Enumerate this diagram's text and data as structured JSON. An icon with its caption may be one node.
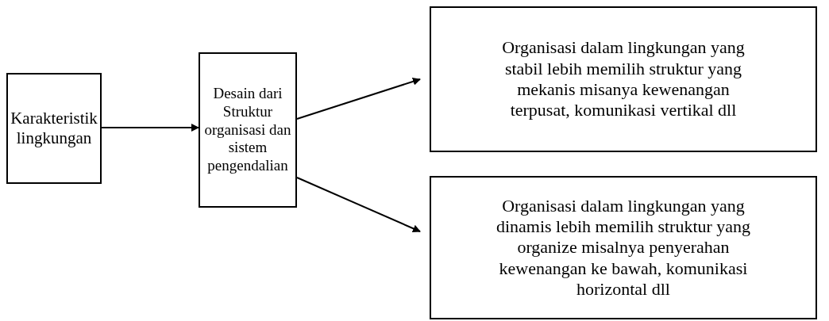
{
  "diagram": {
    "nodes": [
      {
        "text": [
          "Karakteristik lingkungan"
        ]
      },
      {
        "text": [
          "Desain dari Struktur organisasi dan sistem pengendalian"
        ]
      },
      {
        "text": [
          "Organisasi dalam lingkungan yang stabil lebih memilih struktur yang mekanis misanya kewenangan terpusat, komunikasi vertikal dll"
        ]
      },
      {
        "text": [
          "Organisasi dalam lingkungan yang dinamis lebih memilih struktur yang organize misalnya penyerahan kewenangan ke bawah, komunikasi horizontal dll"
        ]
      }
    ],
    "edges": [
      {
        "from": 0,
        "to": 1,
        "arrow": "to"
      },
      {
        "from": 1,
        "to": 2,
        "arrow": "to"
      },
      {
        "from": 1,
        "to": 3,
        "arrow": "to"
      }
    ]
  }
}
